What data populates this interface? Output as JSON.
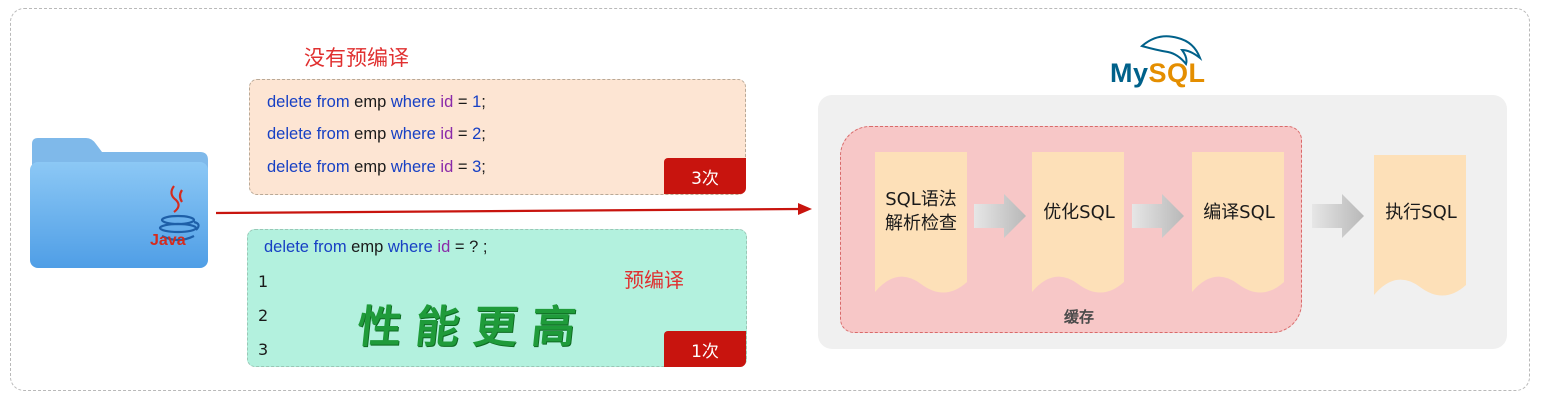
{
  "titles": {
    "no_precompile": "没有预编译",
    "precompile": "预编译"
  },
  "java_label": "Java",
  "statements_a": [
    {
      "kw1": "delete",
      "kw2": "from",
      "table": "emp",
      "kw3": "where",
      "col": "id",
      "eq": "=",
      "val": "1",
      "end": ";"
    },
    {
      "kw1": "delete",
      "kw2": "from",
      "table": "emp",
      "kw3": "where",
      "col": "id",
      "eq": "=",
      "val": "2",
      "end": ";"
    },
    {
      "kw1": "delete",
      "kw2": "from",
      "table": "emp",
      "kw3": "where",
      "col": "id",
      "eq": "=",
      "val": "3",
      "end": ";"
    }
  ],
  "statement_b": {
    "kw1": "delete",
    "kw2": "from",
    "table": "emp",
    "kw3": "where",
    "col": "id",
    "eq": "=",
    "val": "?",
    "end": ";"
  },
  "params": [
    "1",
    "2",
    "3"
  ],
  "badge_a": "3次",
  "badge_b": "1次",
  "perf_text": "性能更高",
  "mysql": {
    "my": "My",
    "sql": "SQL"
  },
  "steps": [
    {
      "label_line1": "SQL语法",
      "label_line2": "解析检查"
    },
    {
      "label_line1": "优化SQL",
      "label_line2": ""
    },
    {
      "label_line1": "编译SQL",
      "label_line2": ""
    },
    {
      "label_line1": "执行SQL",
      "label_line2": ""
    }
  ],
  "cache_label": "缓存",
  "colors": {
    "arrow": "#c8140e",
    "badge": "#c8140e",
    "title_red": "#e03030",
    "doc_fill": "#fde0b8",
    "cache_fill": "#f7c7c7"
  }
}
